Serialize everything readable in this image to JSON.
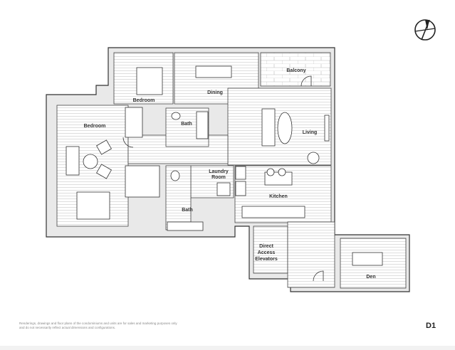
{
  "plan": {
    "unit_id": "D1",
    "disclaimer_line1": "Renderings, drawings and floor plans of the condominiums and units are for sales and marketing purposes only",
    "disclaimer_line2": "and do not necessarily reflect actual dimensions and configurations.",
    "compass_icon": "north-arrow-icon"
  },
  "rooms": {
    "bedroom_top": "Bedroom",
    "dining": "Dining",
    "balcony": "Balcony",
    "bedroom_left": "Bedroom",
    "bath_top": "Bath",
    "living": "Living",
    "laundry_line1": "Laundry",
    "laundry_line2": "Room",
    "kitchen": "Kitchen",
    "bath_bottom": "Bath",
    "elevators_line1": "Direct",
    "elevators_line2": "Access",
    "elevators_line3": "Elevators",
    "den": "Den"
  },
  "colors": {
    "wall": "#e9e9e9",
    "line": "#333333"
  }
}
